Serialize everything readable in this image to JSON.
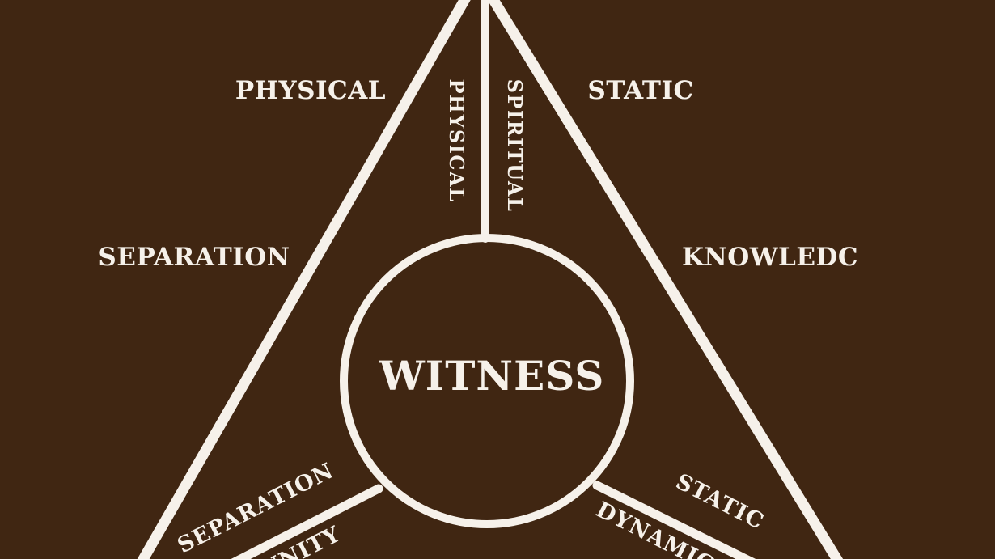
{
  "center_label": "WITNESS",
  "outer_labels": {
    "top_left": "PHYSICAL",
    "top_right": "STATIC",
    "mid_left": "SEPARATION",
    "mid_right": "KNOWLEDC"
  },
  "vertical_labels": {
    "left": "PHYSICAL",
    "right": "SPIRITUAL"
  },
  "spoke_labels": {
    "lower_left_upper": "SEPARATION",
    "lower_left_lower": "UNITY",
    "lower_right_upper": "STATIC",
    "lower_right_lower": "DYNAMIC"
  },
  "colors": {
    "background": "#402612",
    "line": "#f6f1ea",
    "text": "#f6f1ea"
  }
}
